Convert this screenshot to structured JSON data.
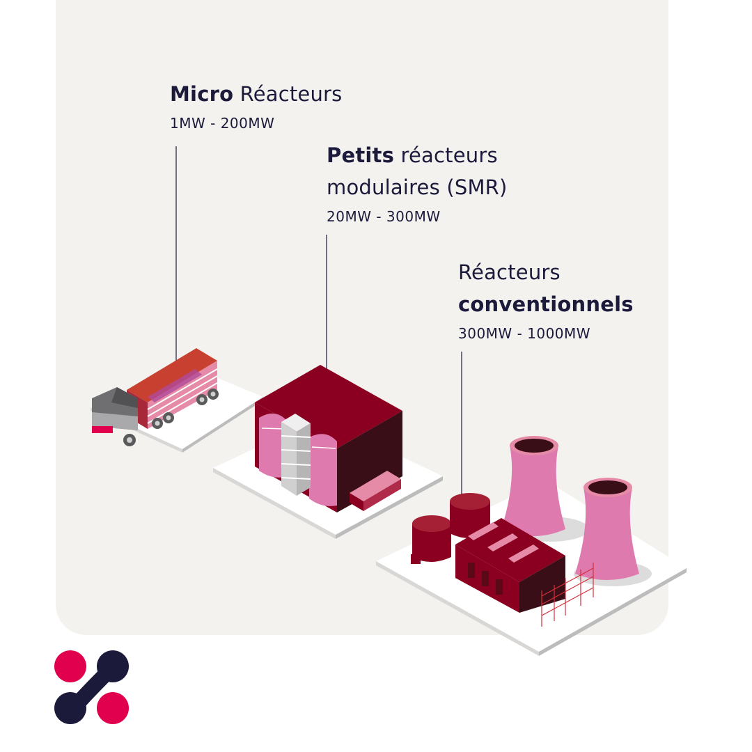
{
  "reactors": [
    {
      "bold": "Micro",
      "regular_line1": "Réacteurs",
      "regular_line2": "",
      "range": "1MW - 200MW"
    },
    {
      "bold": "Petits",
      "regular_line1": "réacteurs",
      "regular_line2": "modulaires (SMR)",
      "range": "20MW - 300MW"
    },
    {
      "regular_line1": "Réacteurs",
      "bold": "conventionnels",
      "range": "300MW - 1000MW"
    }
  ],
  "colors": {
    "panel_bg": "#f3f2ef",
    "text": "#1c1a3b",
    "dark_red": "#8b0020",
    "darker_red": "#3a0e16",
    "pink": "#de7aae",
    "logo_pink": "#e0004d",
    "logo_navy": "#1c1a3b"
  },
  "icons": [
    "truck-reactor-icon",
    "smr-building-icon",
    "power-plant-icon",
    "brand-logo"
  ]
}
